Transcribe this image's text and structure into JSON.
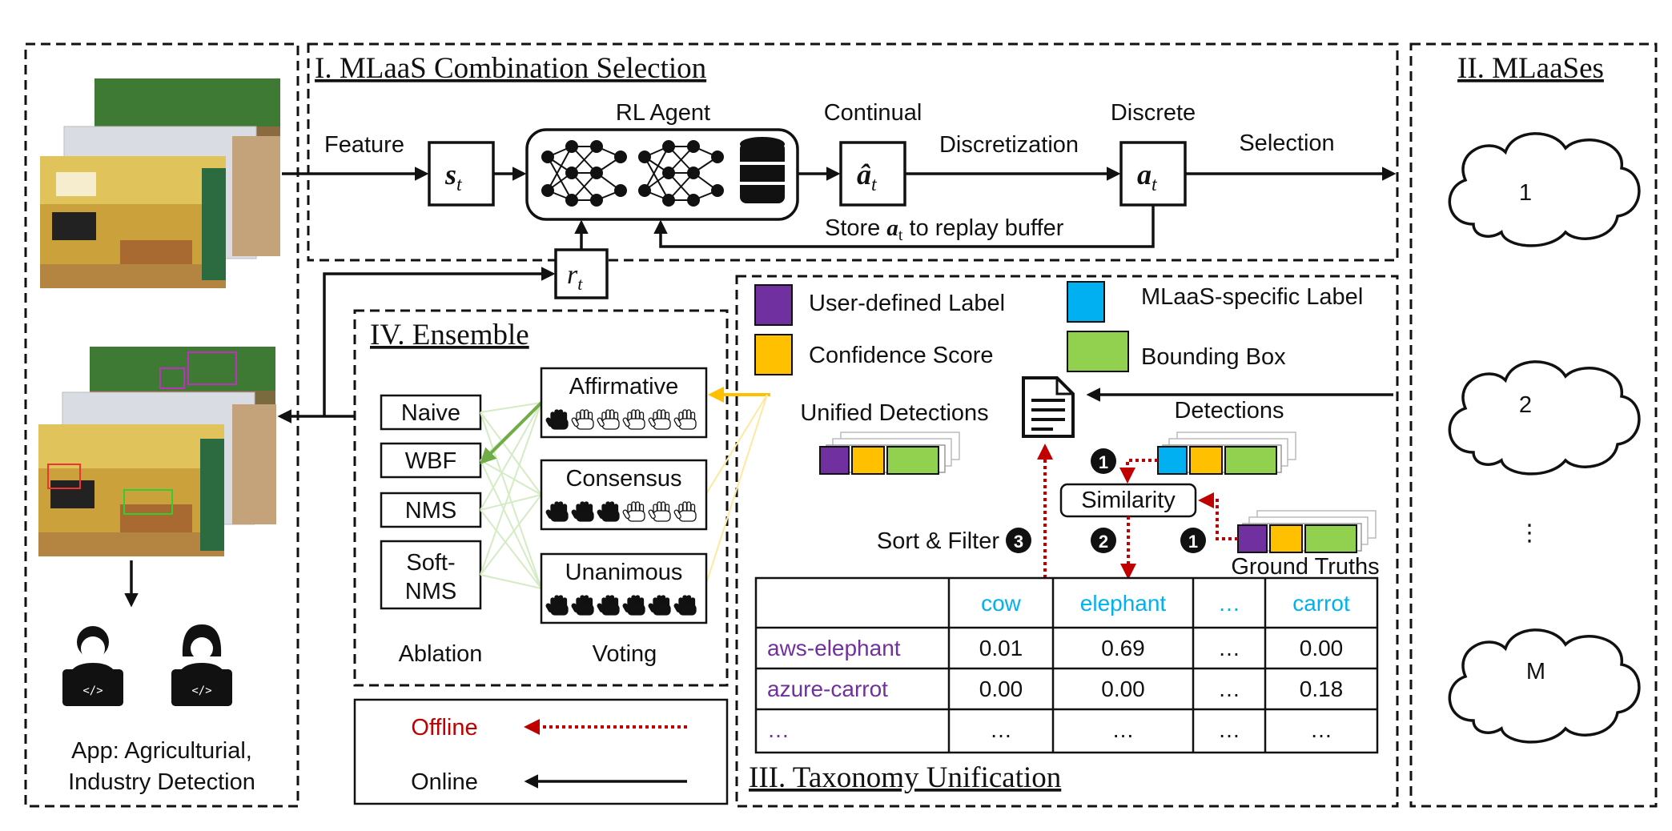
{
  "sections": {
    "combination_selection": "I. MLaaS Combination Selection",
    "mlaases": "II. MLaaSes",
    "taxonomy": "III. Taxonomy Unification",
    "ensemble": "IV. Ensemble"
  },
  "rl": {
    "feature": "Feature",
    "state": "s",
    "state_sub": "t",
    "agent": "RL Agent",
    "continual": "Continual",
    "a_hat": "â",
    "a_hat_sub": "t",
    "discretization": "Discretization",
    "discrete": "Discrete",
    "a": "a",
    "a_sub": "t",
    "selection": "Selection",
    "store_prefix": "Store",
    "store_suffix": "to replay buffer",
    "reward": "r",
    "reward_sub": "t"
  },
  "clouds": [
    "1",
    "2",
    "⋮",
    "M"
  ],
  "legend": {
    "user_label": "User-defined Label",
    "mlaas_label": "MLaaS-specific Label",
    "confidence": "Confidence Score",
    "bbox": "Bounding Box",
    "colors": {
      "user_label": "#7030a0",
      "mlaas_label": "#00b0f0",
      "confidence": "#ffc000",
      "bbox": "#92d050"
    }
  },
  "taxonomy": {
    "unified": "Unified Detections",
    "detections": "Detections",
    "similarity": "Similarity",
    "sort_filter": "Sort & Filter",
    "ground_truths": "Ground Truths",
    "step1": "1",
    "step2": "2",
    "step3": "3",
    "table": {
      "header": [
        "",
        "cow",
        "elephant",
        "…",
        "carrot"
      ],
      "rows": [
        [
          "aws-elephant",
          "0.01",
          "0.69",
          "…",
          "0.00"
        ],
        [
          "azure-carrot",
          "0.00",
          "0.00",
          "…",
          "0.18"
        ],
        [
          "…",
          "…",
          "…",
          "…",
          "…"
        ]
      ]
    }
  },
  "ensemble": {
    "methods": [
      "Naive",
      "WBF",
      "NMS",
      "Soft-NMS"
    ],
    "voting": [
      "Affirmative",
      "Consensus",
      "Unanimous"
    ],
    "ablation": "Ablation",
    "voting_label": "Voting"
  },
  "key": {
    "offline": "Offline",
    "online": "Online",
    "offline_color": "#c00000"
  },
  "app": {
    "line1": "App: Agriculturial,",
    "line2": "Industry Detection"
  }
}
